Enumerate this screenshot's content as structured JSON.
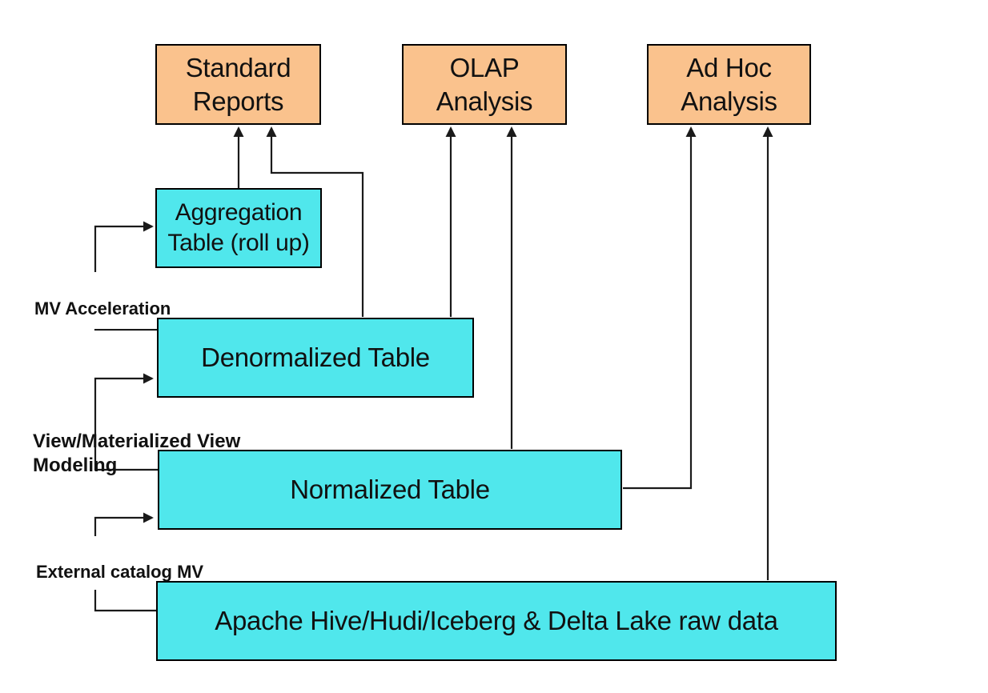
{
  "diagram": {
    "title": "Data modeling layers feeding reporting and analysis",
    "colors": {
      "consumer_fill": "#FAC28D",
      "table_fill": "#50E7EC",
      "box_border": "#000000",
      "arrow": "#1a1a1a",
      "text": "#111111",
      "background": "#ffffff"
    },
    "nodes": {
      "standard_reports": {
        "label": "Standard\nReports",
        "type": "consumer"
      },
      "olap_analysis": {
        "label": "OLAP\nAnalysis",
        "type": "consumer"
      },
      "adhoc_analysis": {
        "label": "Ad Hoc\nAnalysis",
        "type": "consumer"
      },
      "aggregation_table": {
        "label": "Aggregation\nTable (roll up)",
        "type": "table"
      },
      "denormalized_table": {
        "label": "Denormalized Table",
        "type": "table"
      },
      "normalized_table": {
        "label": "Normalized Table",
        "type": "table"
      },
      "raw_data": {
        "label": "Apache Hive/Hudi/Iceberg & Delta Lake raw data",
        "type": "table"
      }
    },
    "edge_labels": {
      "mv_acceleration": "MV Acceleration",
      "view_mv_modeling": "View/Materialized View\nModeling",
      "external_catalog_mv": "External catalog MV"
    },
    "edges": [
      {
        "from": "aggregation_table",
        "to": "standard_reports",
        "label": ""
      },
      {
        "from": "denormalized_table",
        "to": "standard_reports",
        "label": ""
      },
      {
        "from": "denormalized_table",
        "to": "olap_analysis",
        "label": ""
      },
      {
        "from": "normalized_table",
        "to": "olap_analysis",
        "label": ""
      },
      {
        "from": "normalized_table",
        "to": "adhoc_analysis",
        "label": ""
      },
      {
        "from": "raw_data",
        "to": "adhoc_analysis",
        "label": ""
      },
      {
        "from": "denormalized_table",
        "to": "aggregation_table",
        "label": "MV Acceleration"
      },
      {
        "from": "normalized_table",
        "to": "denormalized_table",
        "label": "View/Materialized View Modeling"
      },
      {
        "from": "raw_data",
        "to": "normalized_table",
        "label": "External catalog MV"
      }
    ]
  }
}
